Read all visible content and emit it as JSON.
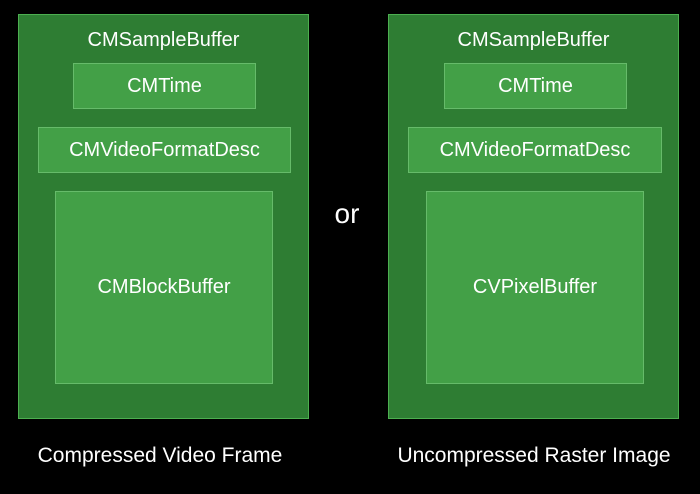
{
  "colors": {
    "background": "#000000",
    "outer_box": "#2e7d33",
    "inner_box": "#43a047",
    "text": "#ffffff"
  },
  "left": {
    "title": "CMSampleBuffer",
    "time": "CMTime",
    "format": "CMVideoFormatDesc",
    "buffer": "CMBlockBuffer",
    "caption": "Compressed Video Frame"
  },
  "separator": "or",
  "right": {
    "title": "CMSampleBuffer",
    "time": "CMTime",
    "format": "CMVideoFormatDesc",
    "buffer": "CVPixelBuffer",
    "caption": "Uncompressed Raster Image"
  }
}
